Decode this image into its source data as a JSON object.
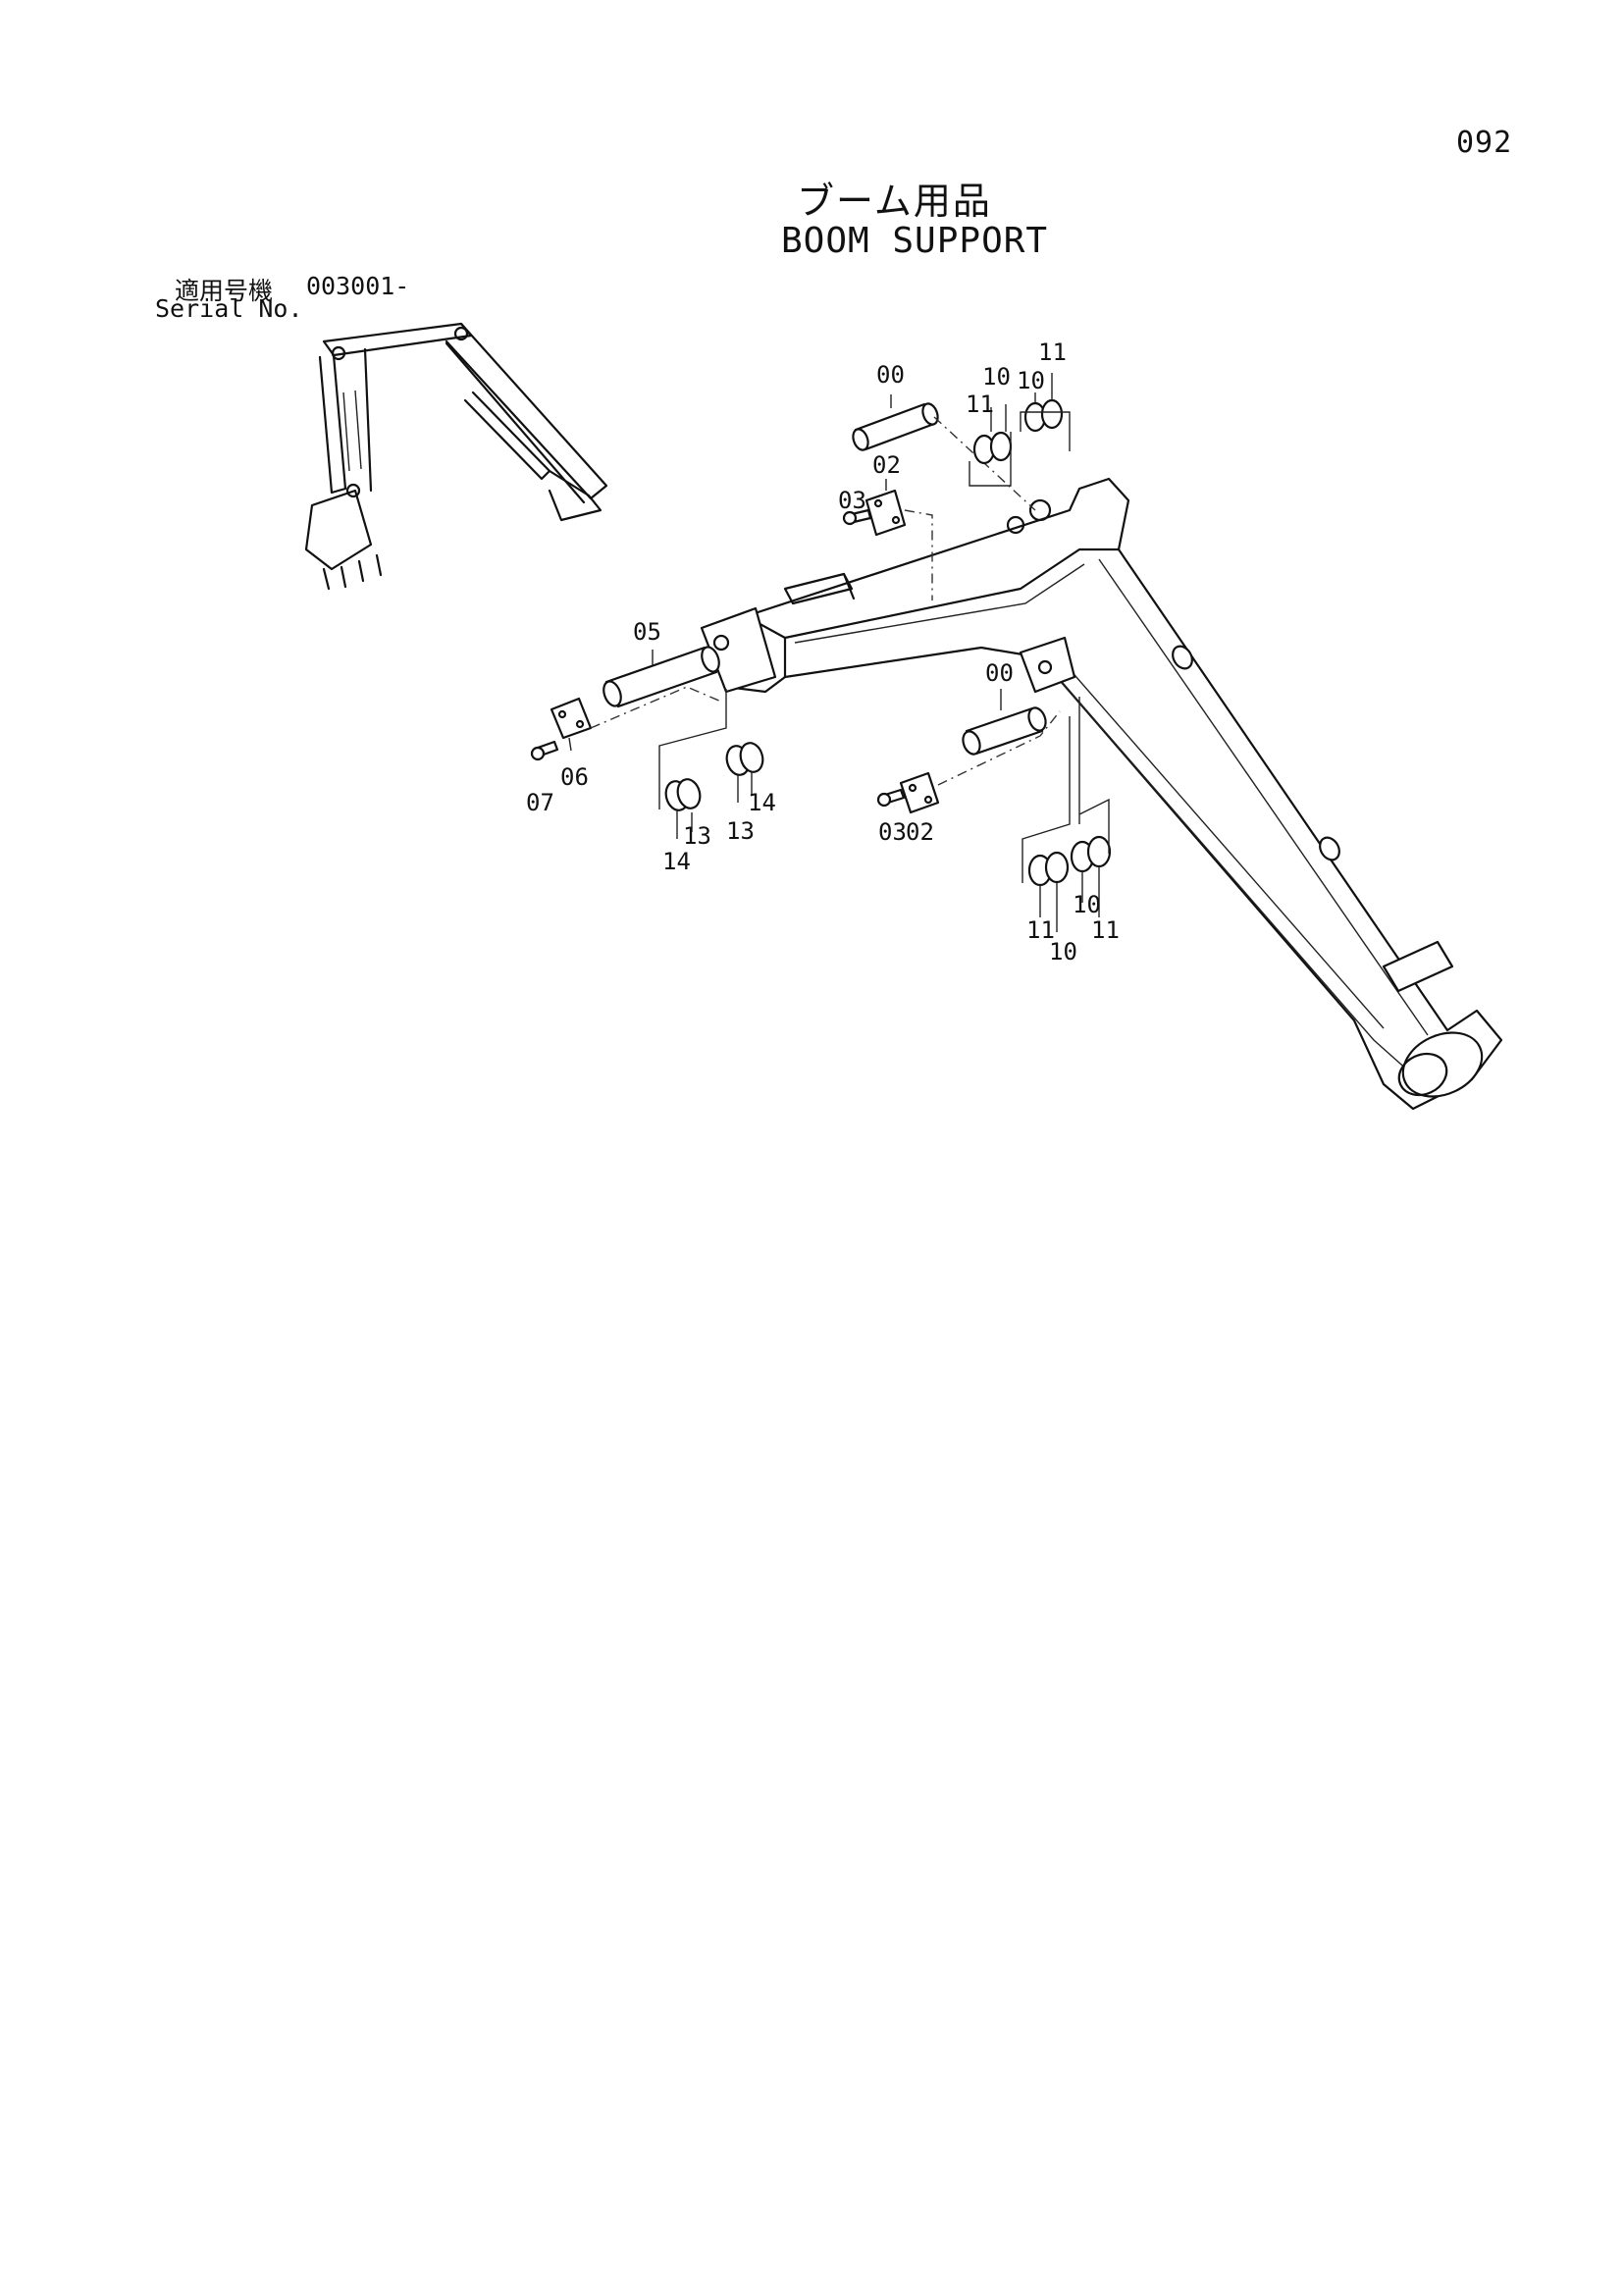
{
  "page_number": "092",
  "title_jp": "ブーム用品",
  "title_en": "BOOM SUPPORT",
  "serial_label_jp": "適用号機",
  "serial_value": "003001-",
  "serial_label_en": "Serial No.",
  "callouts": {
    "top_pin": "00",
    "top_r11a": "11",
    "top_r10a": "10",
    "top_r10b": "10",
    "top_r11b": "11",
    "plate_top": "02",
    "bolt_top": "03",
    "pin_left": "05",
    "plate_left": "06",
    "bolt_left": "07",
    "left_14a": "14",
    "left_13a": "13",
    "left_13b": "13",
    "left_14b": "14",
    "pin_mid": "00",
    "bolt_mid": "03",
    "plate_mid": "02",
    "mid_11a": "11",
    "mid_10a": "10",
    "mid_10b": "10",
    "mid_11b": "11"
  }
}
